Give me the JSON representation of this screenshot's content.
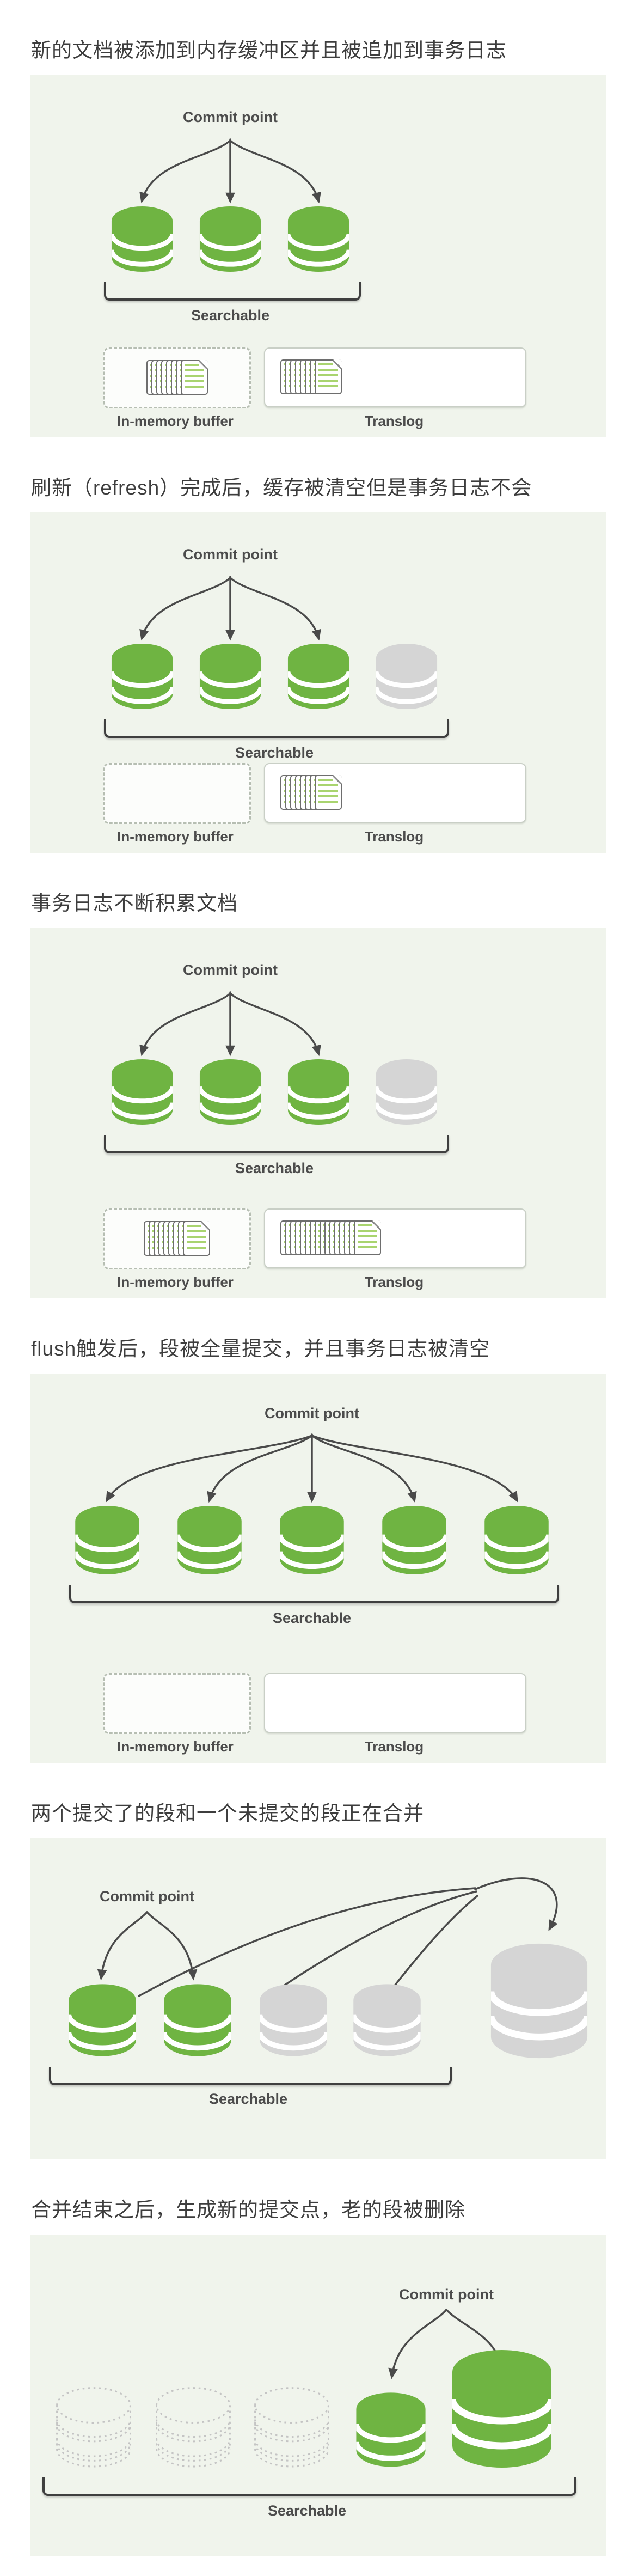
{
  "colors": {
    "green": "#6fb442",
    "gray": "#d5d5d5",
    "ghost_outline": "#c4c4c4",
    "panel_bg": "#f0f4ec",
    "arrow": "#4a4a4a",
    "heading_text": "#3d3d3d",
    "label_text": "#4c4c4c",
    "doc_line_green": "#8cc63f"
  },
  "labels": {
    "commit_point": "Commit point",
    "searchable": "Searchable",
    "in_memory_buffer": "In-memory buffer",
    "translog": "Translog"
  },
  "sections": [
    {
      "heading": "新的文档被添加到内存缓冲区并且被追加到事务日志",
      "type": "fan",
      "segments": [
        "green",
        "green",
        "green"
      ],
      "buffer_docs": 8,
      "translog_docs": 8
    },
    {
      "heading": "刷新（refresh）完成后，缓存被清空但是事务日志不会",
      "type": "fan",
      "segments": [
        "green",
        "green",
        "green",
        "gray"
      ],
      "buffer_docs": 0,
      "translog_docs": 8
    },
    {
      "heading": "事务日志不断积累文档",
      "type": "fan",
      "segments": [
        "green",
        "green",
        "green",
        "gray"
      ],
      "buffer_docs": 9,
      "translog_docs": 16
    },
    {
      "heading": "flush触发后，段被全量提交，并且事务日志被清空",
      "type": "fan",
      "segments": [
        "green",
        "green",
        "green",
        "green",
        "green"
      ],
      "buffer_docs": 0,
      "translog_docs": 0
    },
    {
      "heading": "两个提交了的段和一个未提交的段正在合并",
      "type": "merge",
      "segments": [
        "green",
        "green",
        "gray",
        "gray"
      ],
      "big_segment": "gray"
    },
    {
      "heading": "合并结束之后，生成新的提交点，老的段被删除",
      "type": "merged",
      "segments": [
        "ghost",
        "ghost",
        "ghost",
        "green"
      ],
      "big_segment": "green"
    }
  ]
}
